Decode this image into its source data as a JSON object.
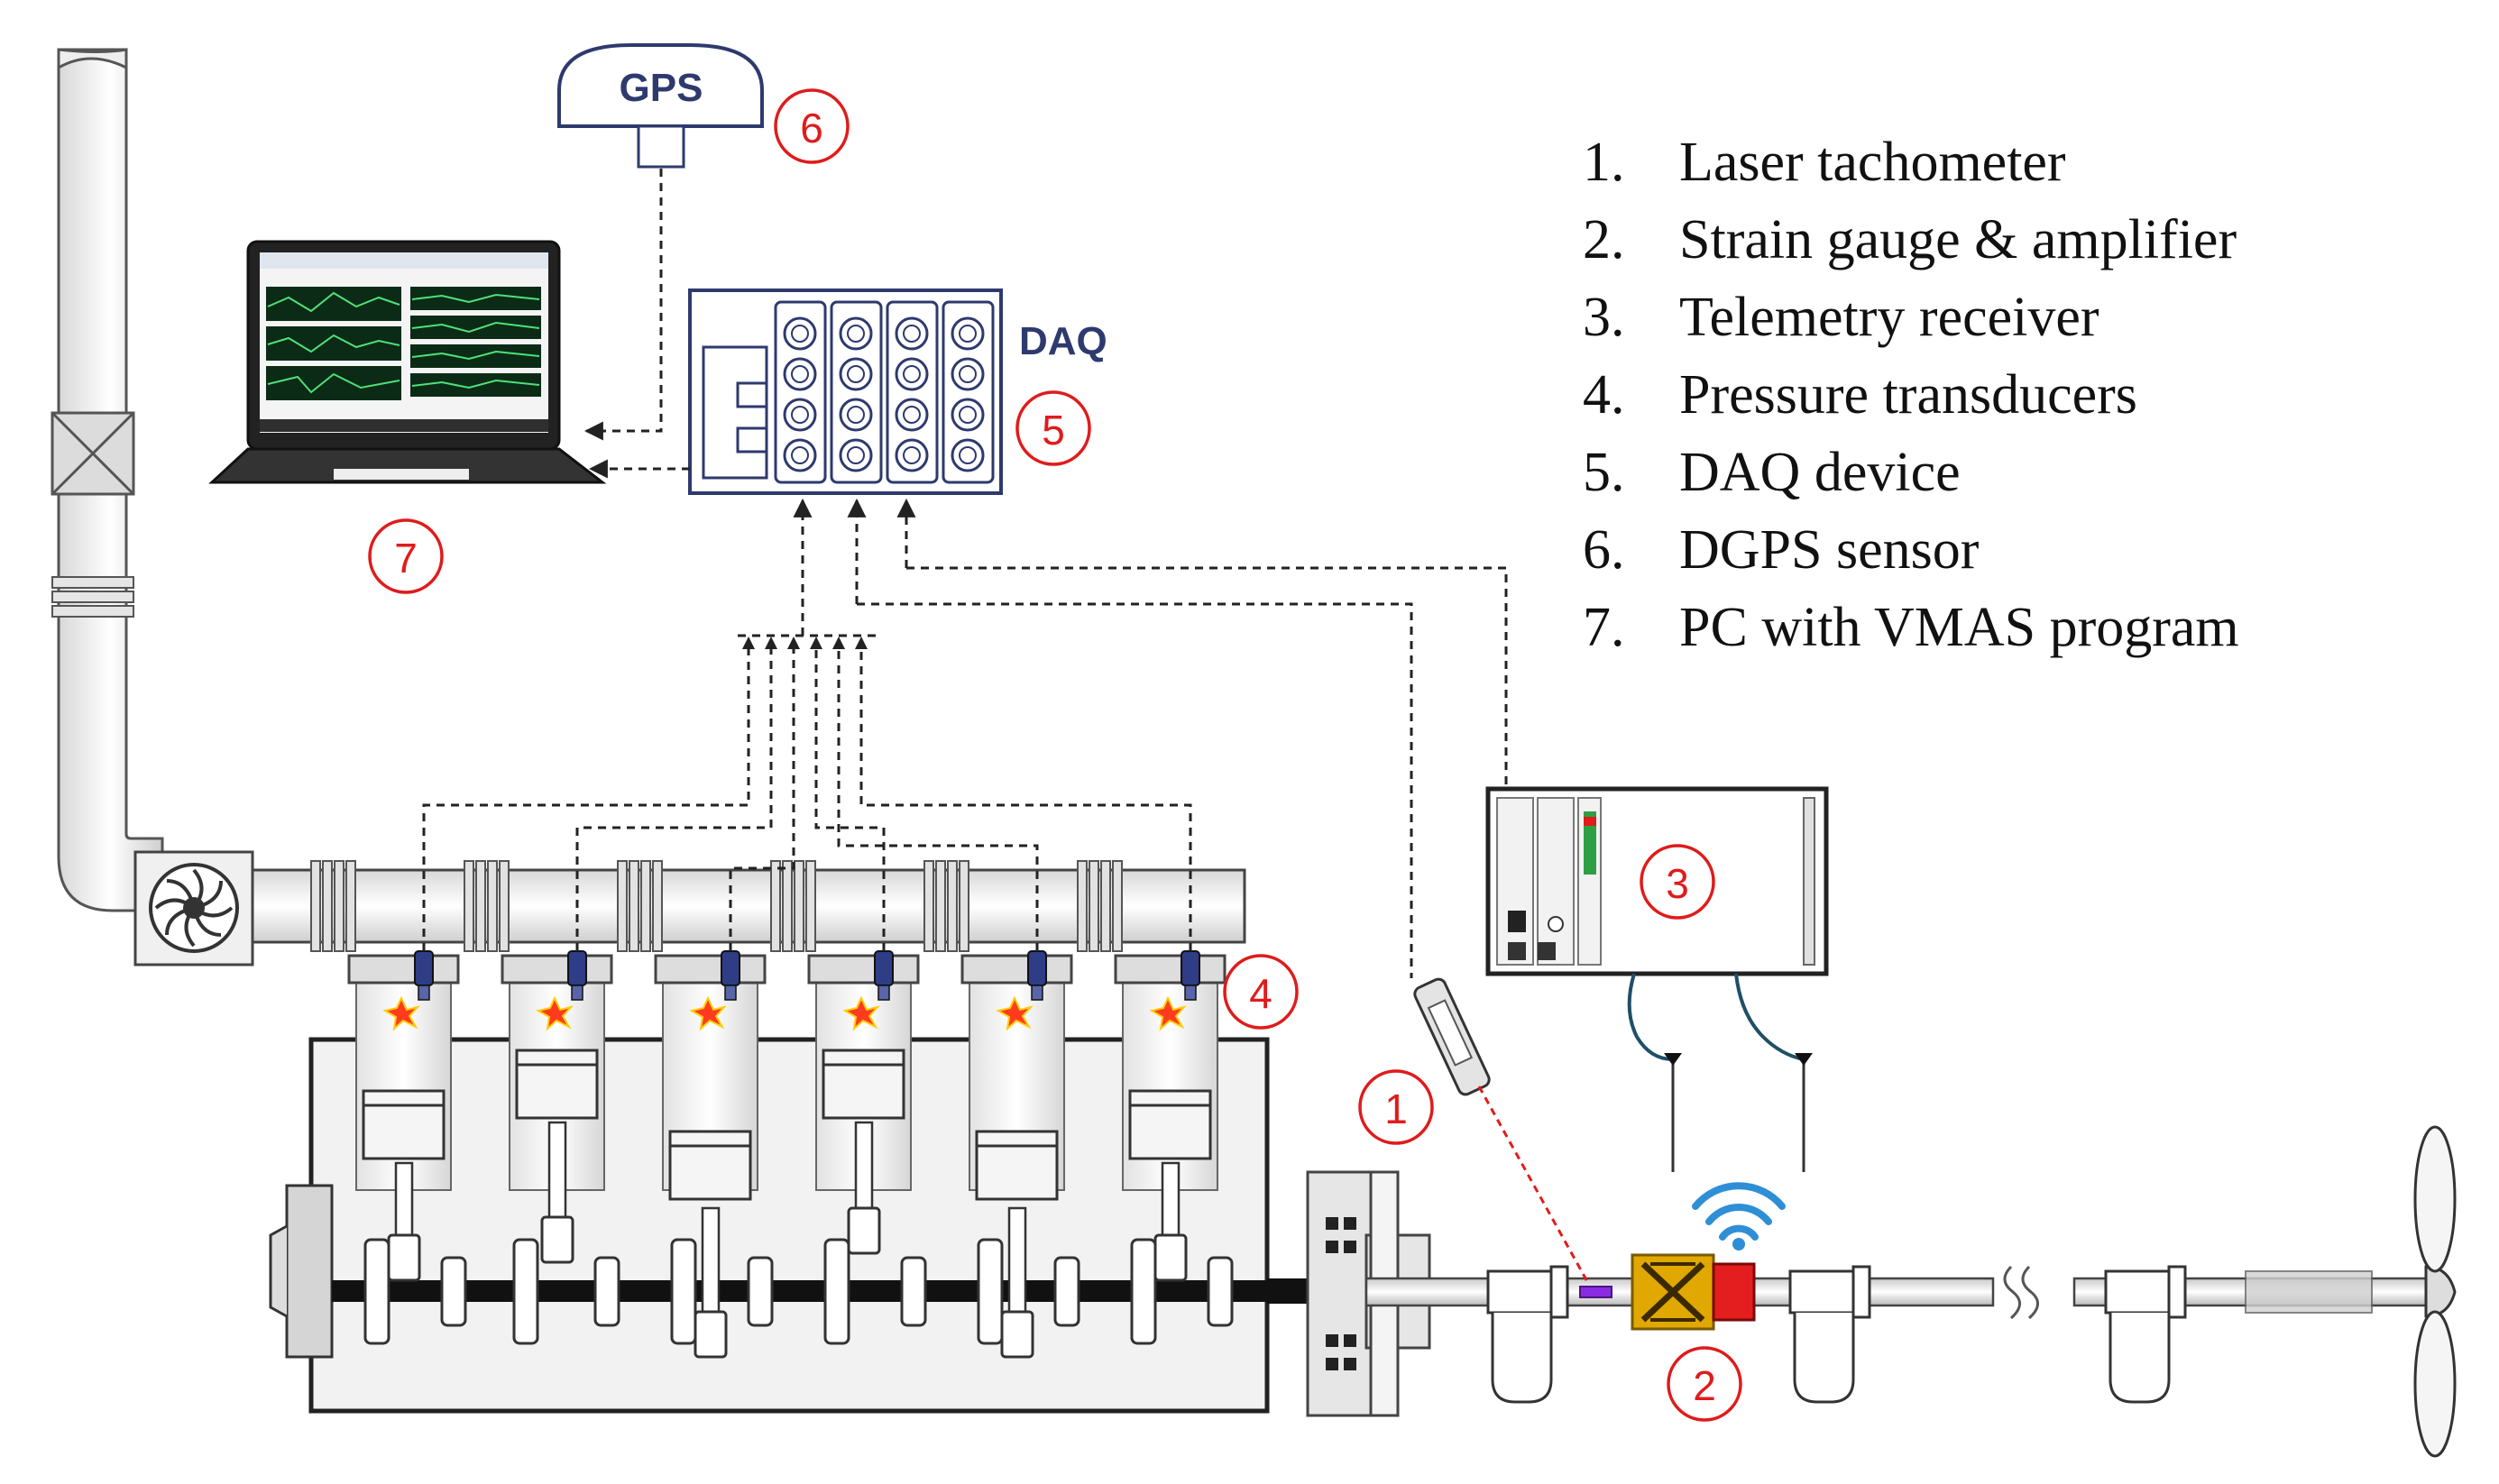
{
  "gps": {
    "label": "GPS"
  },
  "daq": {
    "label": "DAQ"
  },
  "markers": [
    {
      "id": "6",
      "label": "6"
    },
    {
      "id": "5",
      "label": "5"
    },
    {
      "id": "7",
      "label": "7"
    },
    {
      "id": "3",
      "label": "3"
    },
    {
      "id": "4",
      "label": "4"
    },
    {
      "id": "1",
      "label": "1"
    },
    {
      "id": "2",
      "label": "2"
    }
  ],
  "legend": [
    {
      "num": "1.",
      "text": "Laser tachometer"
    },
    {
      "num": "2.",
      "text": "Strain gauge & amplifier"
    },
    {
      "num": "3.",
      "text": "Telemetry receiver"
    },
    {
      "num": "4.",
      "text": "Pressure transducers"
    },
    {
      "num": "5.",
      "text": "DAQ device"
    },
    {
      "num": "6.",
      "text": "DGPS sensor"
    },
    {
      "num": "7.",
      "text": "PC with VMAS program"
    }
  ],
  "colors": {
    "marker_red": "#e01b1b",
    "label_navy": "#2e3a6e",
    "strain_gauge_gold": "#e0a800",
    "amplifier_red": "#e41e1e",
    "wifi_blue": "#2e8fd6",
    "laser_red": "#e21b1b",
    "transducer_blue": "#2f3c86",
    "cable_teal": "#1f4f66"
  }
}
